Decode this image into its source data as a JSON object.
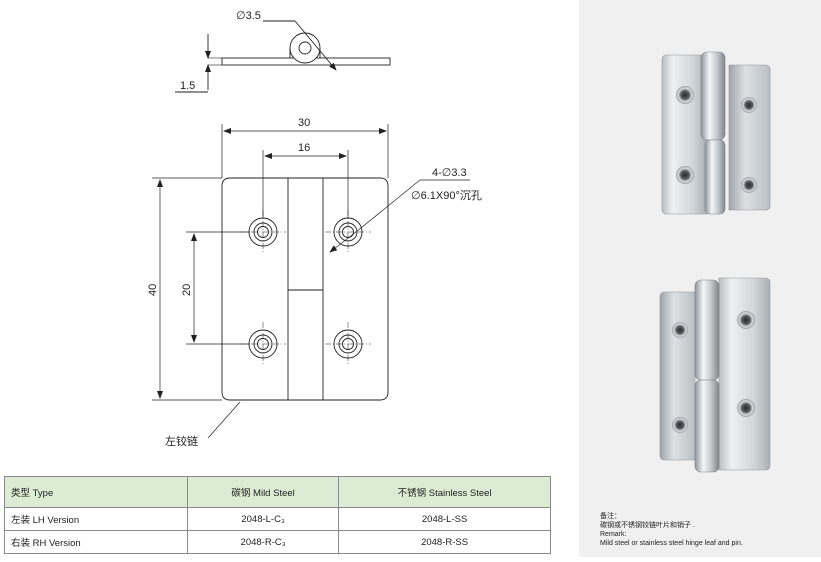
{
  "drawing": {
    "pin_diameter": "∅3.5",
    "leaf_thickness": "1.5",
    "width_overall": "30",
    "hole_spacing_h": "16",
    "height_overall": "40",
    "hole_spacing_v": "20",
    "hole_callout_line1": "4-∅3.3",
    "hole_callout_line2": "∅6.1X90°沉孔",
    "view_caption": "左铰链"
  },
  "table": {
    "headers": [
      "类型 Type",
      "碳钢 Mild Steel",
      "不锈钢 Stainless Steel"
    ],
    "rows": [
      [
        "左装 LH Version",
        "2048-L-C₃",
        "2048-L-SS"
      ],
      [
        "右装 RH Version",
        "2048-R-C₃",
        "2048-R-SS"
      ]
    ]
  },
  "remark": {
    "title_cn": "备注：",
    "text_cn": "碳钢或不锈钢铰链叶片和销子 .",
    "title_en": "Remark:",
    "text_en": "Mild steel or stainless steel hinge leaf and pin."
  },
  "colors": {
    "table_header_bg": "#dcebd3",
    "photo_panel_bg": "#f0f0f0"
  }
}
